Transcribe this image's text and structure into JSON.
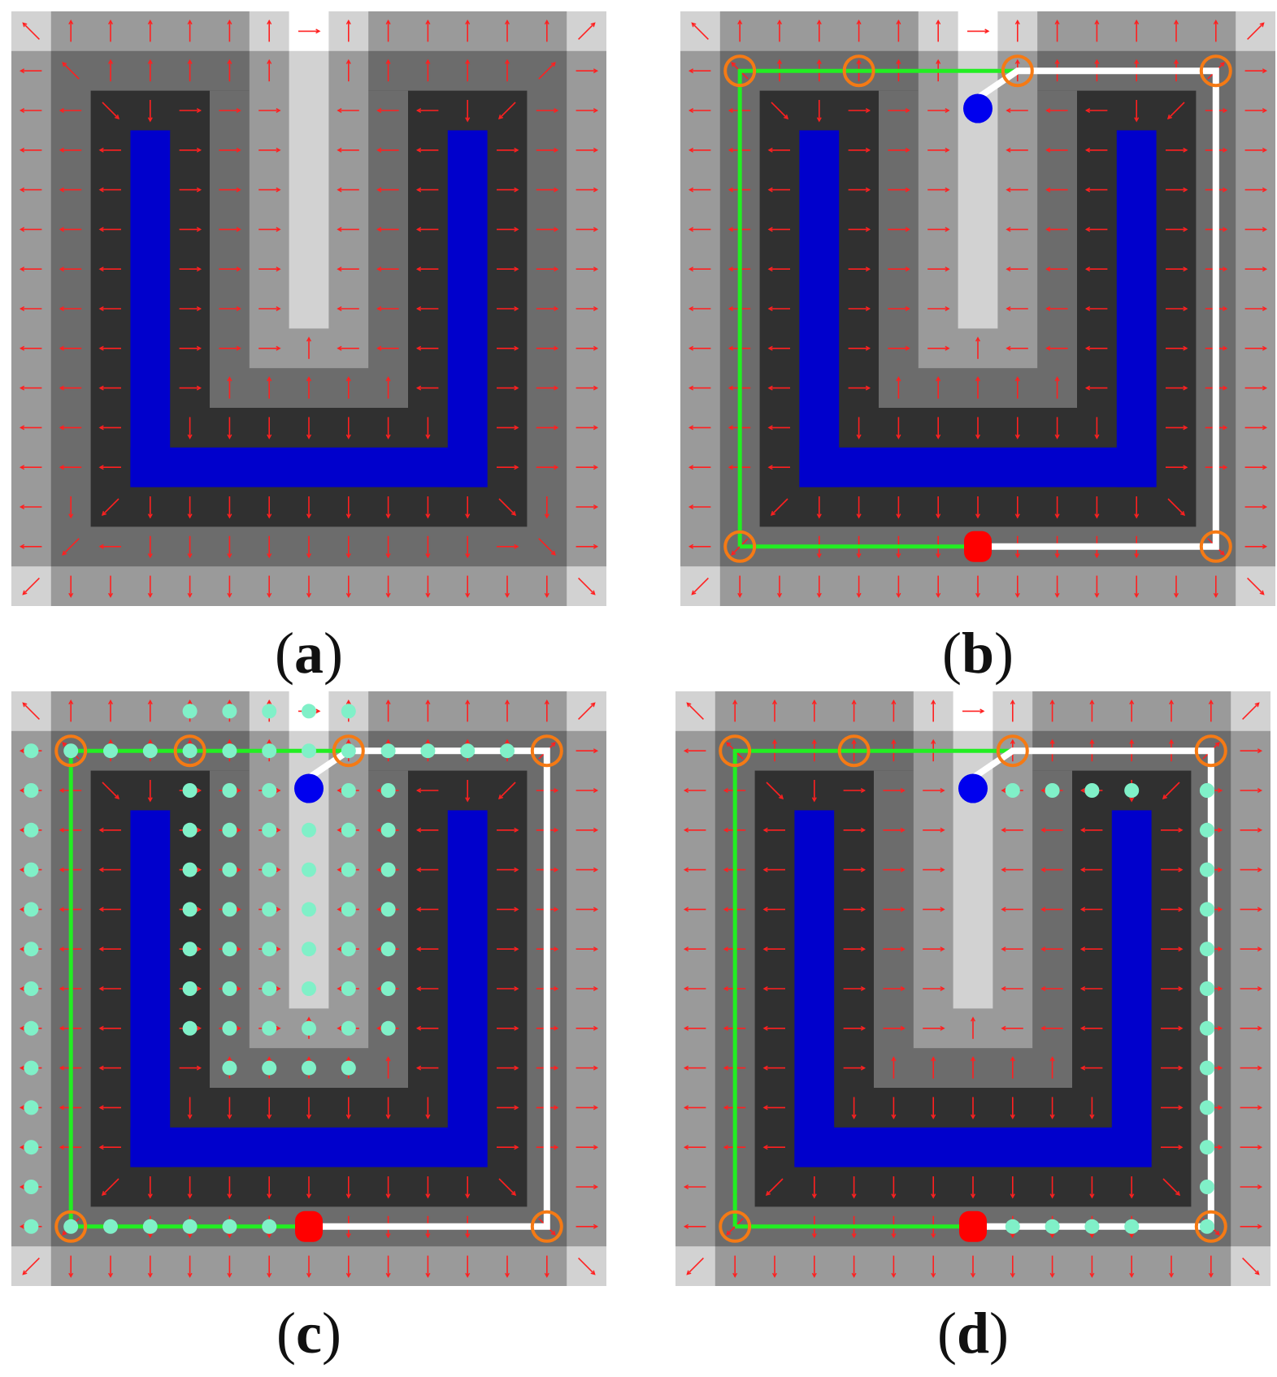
{
  "panels": [
    {
      "id": "a",
      "caption_letter": "a",
      "show_path": false,
      "dots": "none"
    },
    {
      "id": "b",
      "caption_letter": "b",
      "show_path": true,
      "dots": "none"
    },
    {
      "id": "c",
      "caption_letter": "c",
      "show_path": true,
      "dots": "full"
    },
    {
      "id": "d",
      "caption_letter": "d",
      "show_path": true,
      "dots": "right"
    }
  ],
  "colors": {
    "level0": "#d2d2d2",
    "level1": "#9a9a9a",
    "level2": "#6c6c6c",
    "level3": "#303030",
    "obstacle": "#0000cc",
    "white": "#ffffff",
    "arrow": "#ff2020",
    "path_green": "#22ee22",
    "path_white": "#ffffff",
    "waypoint_ring": "#f57a14",
    "start_node": "#ff0000",
    "goal_node": "#0000ee",
    "visited_node": "#80f0c8"
  },
  "icons": {
    "waypoint": "orange-ring-icon",
    "start": "red-dot-icon",
    "goal": "blue-dot-icon",
    "visited": "mint-dot-icon",
    "flow": "red-arrow-icon"
  }
}
